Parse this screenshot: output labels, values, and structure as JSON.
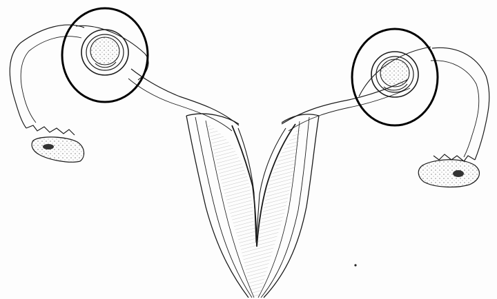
{
  "figure": {
    "style": "monochrome line drawing",
    "colors": {
      "ink": "#1a1a1a",
      "ink_light": "#555555",
      "paper": "#fdfdfd",
      "highlight_circle": "#000000"
    },
    "highlighted_regions": 2,
    "structures": [
      "uterine-body",
      "left-fallopian-tube",
      "right-fallopian-tube",
      "left-ovary",
      "right-ovary",
      "left-ectopic-sac",
      "right-ectopic-sac"
    ]
  }
}
